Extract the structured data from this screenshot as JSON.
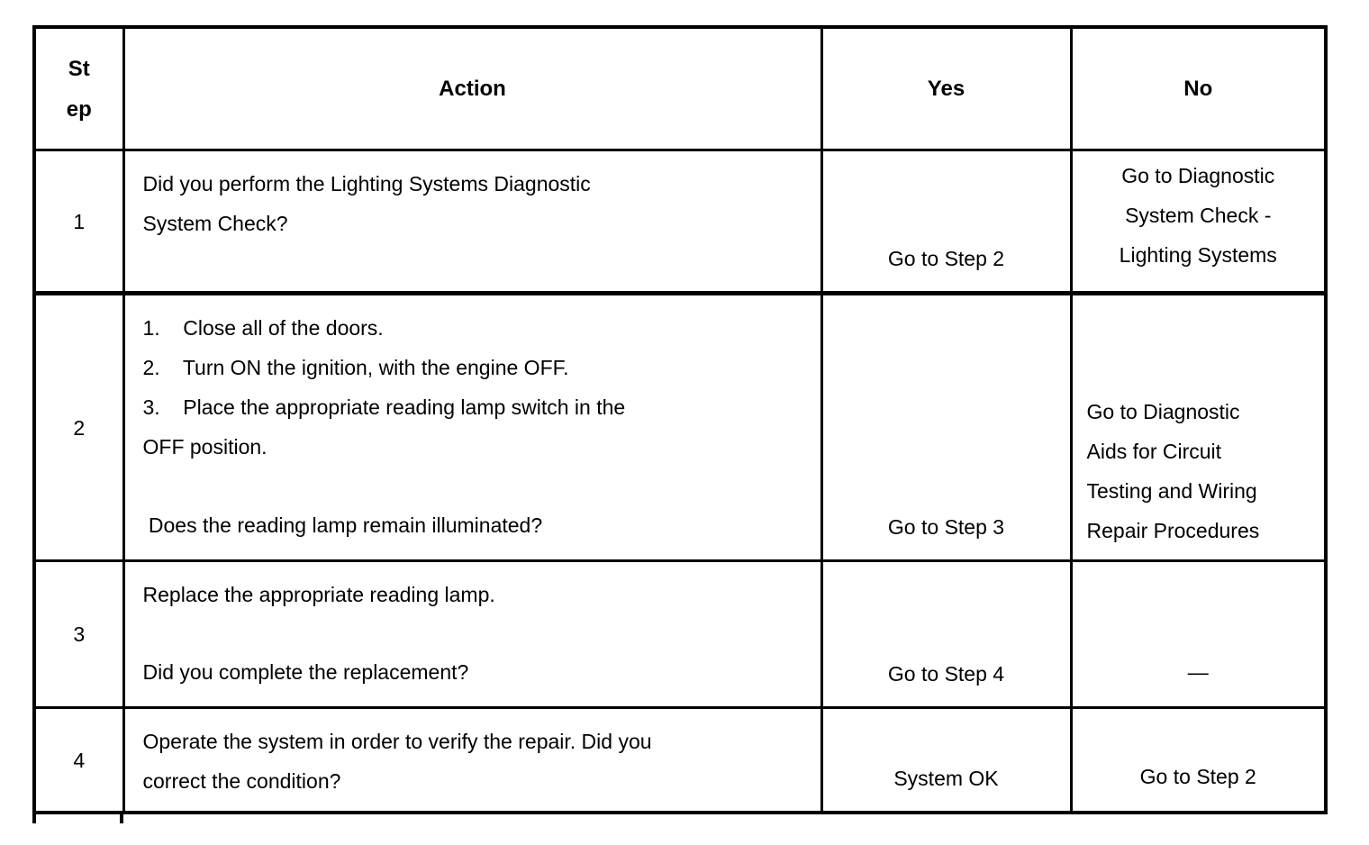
{
  "page": {
    "background_color": "#ffffff",
    "text_color": "#000000",
    "border_color": "#000000"
  },
  "table": {
    "header": {
      "step_lines": [
        "St",
        "ep"
      ],
      "action": "Action",
      "yes": "Yes",
      "no": "No"
    },
    "rows": [
      {
        "step": "1",
        "action_lines": [
          "Did you perform the Lighting Systems Diagnostic",
          "System Check?"
        ],
        "yes": "Go to Step 2",
        "no_lines": [
          "Go to Diagnostic",
          "System Check -",
          "Lighting Systems"
        ]
      },
      {
        "step": "2",
        "action_lines": [
          "1.    Close all of the doors.",
          "2.    Turn ON the ignition, with the engine OFF.",
          "3.    Place the appropriate reading lamp switch in the",
          "OFF position."
        ],
        "action_question": " Does the reading lamp remain illuminated?",
        "yes": "Go to Step 3",
        "no_lines": [
          "Go to Diagnostic",
          "Aids for Circuit",
          "Testing and Wiring",
          "Repair Procedures"
        ]
      },
      {
        "step": "3",
        "action_lines": [
          "Replace the appropriate reading lamp."
        ],
        "action_question": "Did you complete the replacement?",
        "yes": "Go to Step 4",
        "no_lines": [
          "—"
        ]
      },
      {
        "step": "4",
        "action_lines": [
          "Operate the system in order to verify the repair. Did you",
          "correct the condition?"
        ],
        "yes": "System OK",
        "no_lines": [
          "Go to Step 2"
        ]
      }
    ]
  }
}
